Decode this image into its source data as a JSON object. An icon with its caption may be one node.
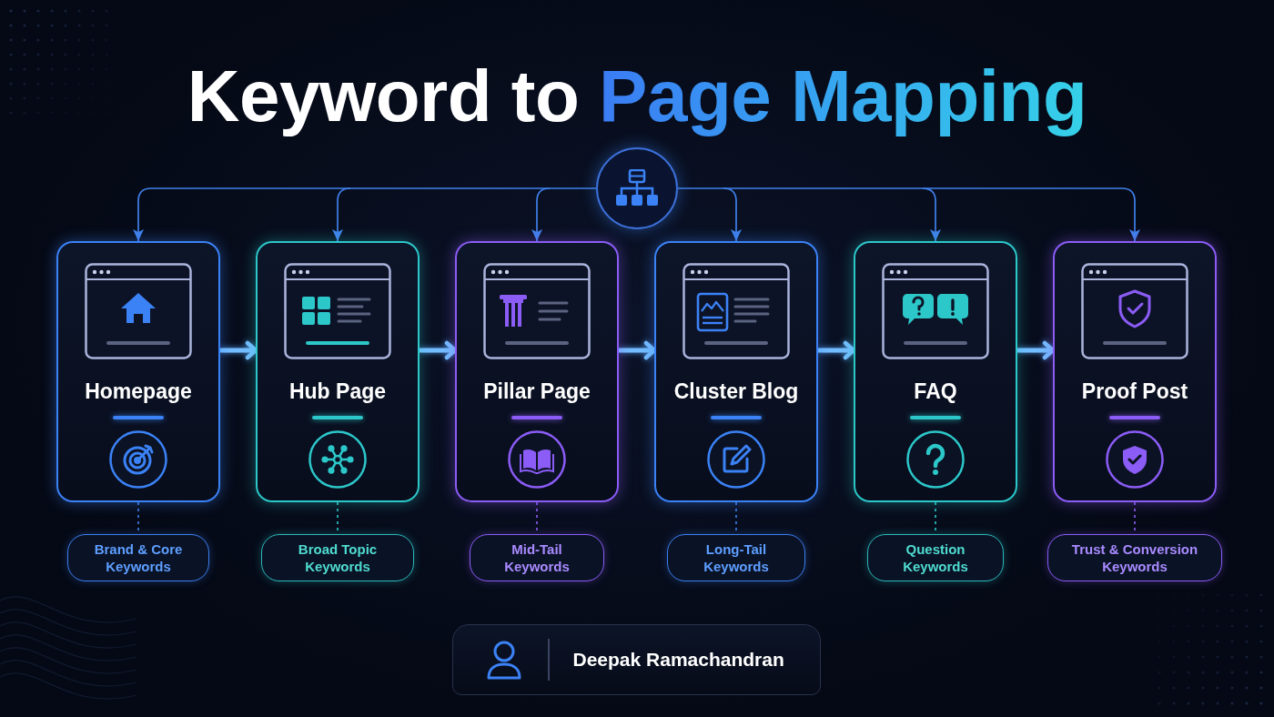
{
  "diagram": {
    "title": "Keyword to Page Mapping",
    "nodes": [
      {
        "text": [],
        "shape": "circle"
      },
      {
        "text": [
          "Homepage"
        ]
      },
      {
        "text": [
          "Hub Page"
        ]
      },
      {
        "text": [
          "Pillar Page"
        ]
      },
      {
        "text": [
          "Cluster Blog"
        ]
      },
      {
        "text": [
          "FAQ"
        ]
      },
      {
        "text": [
          "Proof Post"
        ]
      },
      {
        "text": [
          "Brand & Core Keywords"
        ]
      },
      {
        "text": [
          "Broad Topic Keywords"
        ]
      },
      {
        "text": [
          "Mid-Tail Keywords"
        ]
      },
      {
        "text": [
          "Long-Tail Keywords"
        ]
      },
      {
        "text": [
          "Question Keywords"
        ]
      },
      {
        "text": [
          "Trust & Conversion Keywords"
        ]
      },
      {
        "text": [
          "Deepak Ramachandran"
        ]
      }
    ],
    "edges": [
      {
        "from": 0,
        "to": 1,
        "arrow": "to"
      },
      {
        "from": 0,
        "to": 2,
        "arrow": "to"
      },
      {
        "from": 0,
        "to": 3,
        "arrow": "to"
      },
      {
        "from": 0,
        "to": 4,
        "arrow": "to"
      },
      {
        "from": 0,
        "to": 5,
        "arrow": "to"
      },
      {
        "from": 0,
        "to": 6,
        "arrow": "to"
      },
      {
        "from": 1,
        "to": 2,
        "arrow": "to",
        "style": "thick",
        "color": "#74bdff"
      },
      {
        "from": 2,
        "to": 3,
        "arrow": "to",
        "style": "thick",
        "color": "#74bdff"
      },
      {
        "from": 3,
        "to": 4,
        "arrow": "to",
        "style": "thick",
        "color": "#74bdff"
      },
      {
        "from": 4,
        "to": 5,
        "arrow": "to",
        "style": "thick",
        "color": "#74bdff"
      },
      {
        "from": 5,
        "to": 6,
        "arrow": "to",
        "style": "thick",
        "color": "#74bdff"
      },
      {
        "from": 1,
        "to": 7,
        "arrow": "none",
        "style": "dashed"
      },
      {
        "from": 2,
        "to": 8,
        "arrow": "none",
        "style": "dashed",
        "color": "#2cc7c9"
      },
      {
        "from": 3,
        "to": 9,
        "arrow": "none",
        "style": "dashed",
        "color": "#8b5cf6"
      },
      {
        "from": 4,
        "to": 10,
        "arrow": "none",
        "style": "dashed"
      },
      {
        "from": 5,
        "to": 11,
        "arrow": "none",
        "style": "dashed",
        "color": "#2cc7c9"
      },
      {
        "from": 6,
        "to": 12,
        "arrow": "none",
        "style": "dashed",
        "color": "#8b5cf6"
      }
    ]
  }
}
